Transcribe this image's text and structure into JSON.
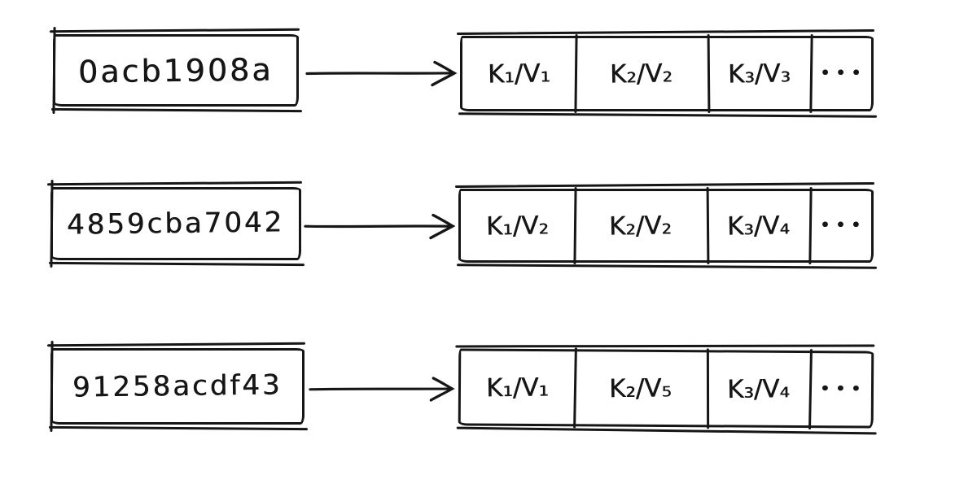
{
  "colors": {
    "ink": "#161616",
    "background": "#ffffff"
  },
  "diagram": {
    "description": "hand-drawn sketch: hash identifiers mapping to key/value cache blocks",
    "rows": [
      {
        "hash": "0acb1908a",
        "cells": [
          "K₁/V₁",
          "K₂/V₂",
          "K₃/V₃"
        ],
        "ellipsis": "•••"
      },
      {
        "hash": "4859cba7042",
        "cells": [
          "K₁/V₂",
          "K₂/V₂",
          "K₃/V₄"
        ],
        "ellipsis": "•••"
      },
      {
        "hash": "91258acdf43",
        "cells": [
          "K₁/V₁",
          "K₂/V₅",
          "K₃/V₄"
        ],
        "ellipsis": "•••"
      }
    ]
  }
}
